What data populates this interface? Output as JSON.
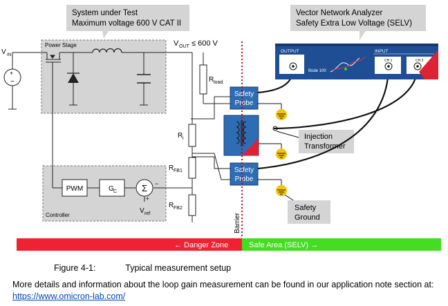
{
  "sut_box": {
    "line1": "System under Test",
    "line2": "Maximum voltage 600 V CAT II"
  },
  "vna_box": {
    "line1": "Vector Network Analyzer",
    "line2": "Safety Extra Low Voltage (SELV)"
  },
  "power_stage": {
    "label": "Power Stage"
  },
  "controller": {
    "label": "Controller",
    "pwm": "PWM",
    "gc": "G",
    "gc_sub": "C",
    "sigma": "Σ"
  },
  "vin": {
    "label": "V",
    "sub": "IN"
  },
  "vout": {
    "label": "V",
    "sub": "OUT",
    "limit": "≤ 600 V"
  },
  "rload": {
    "label": "R",
    "sub": "load"
  },
  "ri": {
    "label": "R",
    "sub": "i"
  },
  "rfb1": {
    "label": "R",
    "sub": "FB1"
  },
  "rfb2": {
    "label": "R",
    "sub": "FB2"
  },
  "vref": {
    "label": "V",
    "sub": "ref"
  },
  "probe1": {
    "line1": "Safety",
    "line2": "Probe"
  },
  "probe2": {
    "line1": "Safety",
    "line2": "Probe"
  },
  "injection": {
    "line1": "Injection",
    "line2": "Transformer"
  },
  "safety_ground": {
    "line1": "Safety",
    "line2": "Ground"
  },
  "barrier": "Barrier",
  "danger_zone": "← Danger Zone",
  "safe_area": "Safe Area (SELV) →",
  "vna_panel": {
    "output": "OUTPUT",
    "input": "INPUT",
    "model": "Bode 100",
    "ch1": "CH 1",
    "ch2": "CH 2"
  },
  "caption": {
    "number": "Figure 4-1:",
    "text": "Typical measurement setup"
  },
  "note": {
    "text": "More details and information about the loop gain measurement can be found in our application note section at: ",
    "link": "https://www.omicron-lab.com/"
  },
  "colors": {
    "danger": "#ee2233",
    "safe": "#44dd22",
    "probe": "#2e6db4",
    "vna": "#1f4e94",
    "box_gray": "#d4d4d4",
    "ground": "#f5c400",
    "barrier": "#cc0000"
  }
}
